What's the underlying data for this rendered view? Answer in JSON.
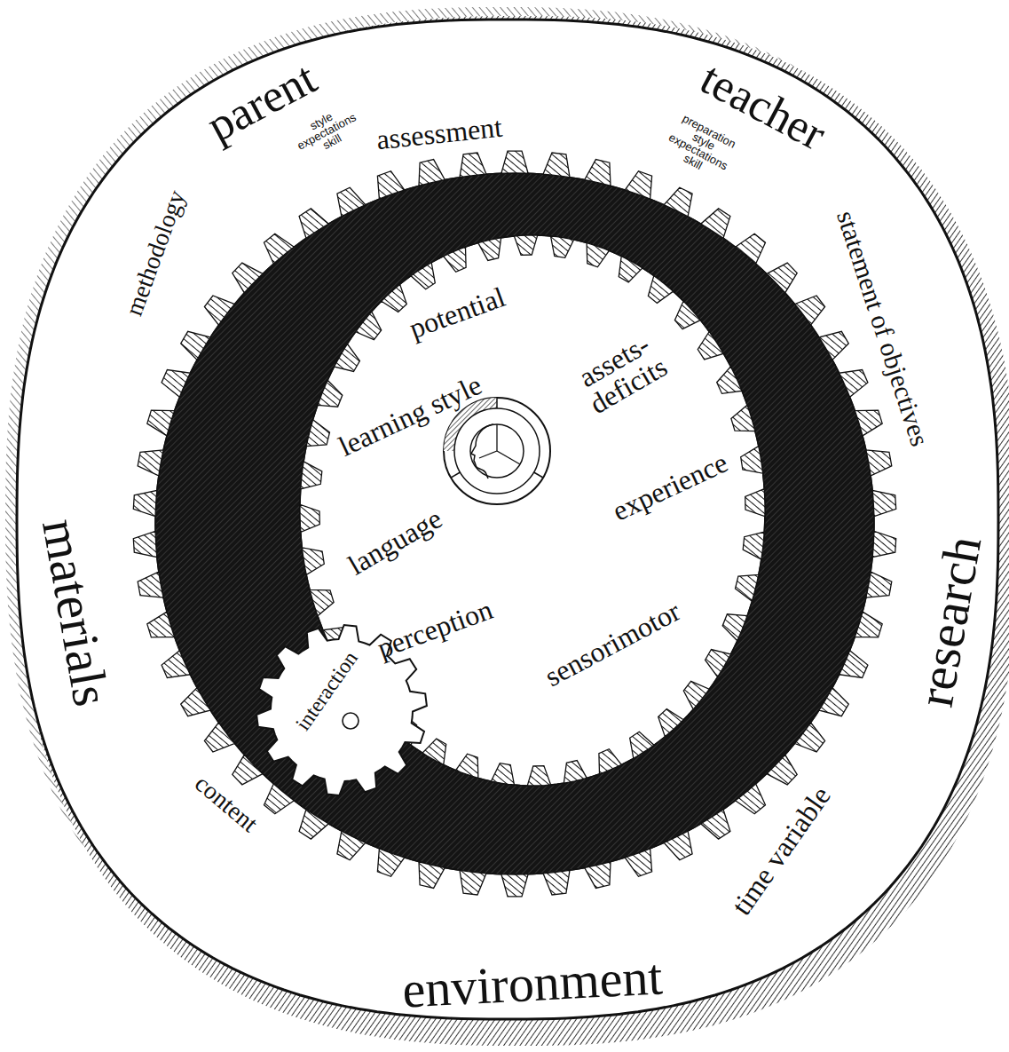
{
  "diagram": {
    "nodes": [
      {
        "text": [
          "parent",
          "style expectations skill",
          "assessment",
          "teacher",
          "preparation style expectations skill",
          "statement of objectives",
          "research",
          "time variable",
          "environment",
          "content",
          "materials",
          "methodology"
        ]
      },
      {
        "text": [
          "potential",
          "assets-deficits",
          "learning style",
          "experience",
          "language",
          "perception",
          "sensorimotor"
        ],
        "in": 0
      },
      {
        "text": [
          "interaction"
        ],
        "in": 1
      }
    ]
  }
}
